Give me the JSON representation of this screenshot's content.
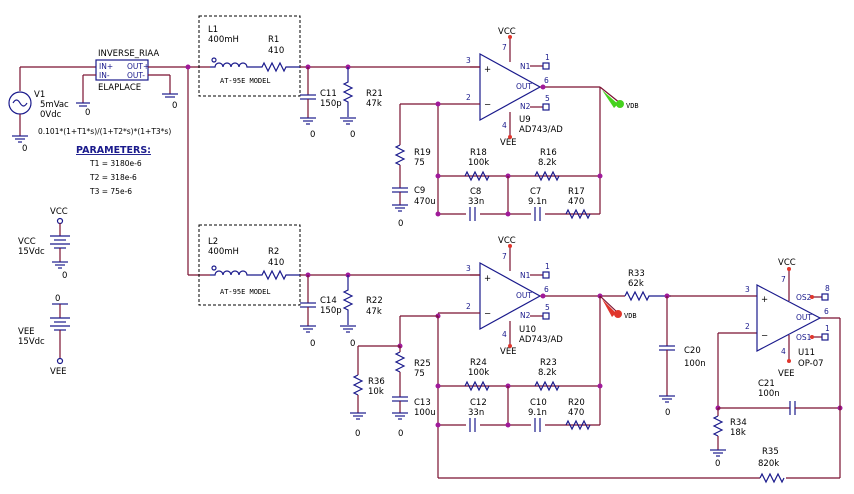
{
  "sources": {
    "v1_ref": "V1",
    "v1_val1": "5mVac",
    "v1_val2": "0Vdc",
    "vcc_ref": "VCC",
    "vcc_val": "15Vdc",
    "vcc_net": "VCC",
    "vee_ref": "VEE",
    "vee_val": "15Vdc",
    "vee_net": "VEE",
    "gnd_label": "0"
  },
  "laplace": {
    "name": "INVERSE_RIAA",
    "type": "ELAPLACE",
    "pin_inp": "IN+",
    "pin_inn": "IN-",
    "pin_outp": "OUT+",
    "pin_outn": "OUT-",
    "expression": "0.101*(1+T1*s)/(1+T2*s)*(1+T3*s)"
  },
  "parameters": {
    "title": "PARAMETERS:",
    "t1": "T1 = 3180e-6",
    "t2": "T2 = 318e-6",
    "t3": "T3 = 75e-6"
  },
  "cartridge_model": "AT-95E MODEL",
  "upper": {
    "l_ref": "L1",
    "l_val": "400mH",
    "r_ref": "R1",
    "r_val": "410",
    "c11_ref": "C11",
    "c11_val": "150p",
    "r21_ref": "R21",
    "r21_val": "47k",
    "u_ref": "U9",
    "u_part": "AD743/AD",
    "r19_ref": "R19",
    "r19_val": "75",
    "c9_ref": "C9",
    "c9_val": "470u",
    "r18_ref": "R18",
    "r18_val": "100k",
    "r16_ref": "R16",
    "r16_val": "8.2k",
    "c8_ref": "C8",
    "c8_val": "33n",
    "c7_ref": "C7",
    "c7_val": "9.1n",
    "r17_ref": "R17",
    "r17_val": "470"
  },
  "lower": {
    "l_ref": "L2",
    "l_val": "400mH",
    "r_ref": "R2",
    "r_val": "410",
    "c14_ref": "C14",
    "c14_val": "150p",
    "r22_ref": "R22",
    "r22_val": "47k",
    "u_ref": "U10",
    "u_part": "AD743/AD",
    "r25_ref": "R25",
    "r25_val": "75",
    "r36_ref": "R36",
    "r36_val": "10k",
    "c13_ref": "C13",
    "c13_val": "100u",
    "r24_ref": "R24",
    "r24_val": "100k",
    "r23_ref": "R23",
    "r23_val": "8.2k",
    "c12_ref": "C12",
    "c12_val": "33n",
    "c10_ref": "C10",
    "c10_val": "9.1n",
    "r20_ref": "R20",
    "r20_val": "470"
  },
  "stage2": {
    "r33_ref": "R33",
    "r33_val": "62k",
    "c20_ref": "C20",
    "c20_val": "100n",
    "u_ref": "U11",
    "u_part": "OP-07",
    "c21_ref": "C21",
    "c21_val": "100n",
    "r34_ref": "R34",
    "r34_val": "18k",
    "r35_ref": "R35",
    "r35_val": "820k"
  },
  "opamp_pins": {
    "vcc": "VCC",
    "vee": "VEE",
    "n1": "N1",
    "n2": "N2",
    "out": "OUT",
    "os1": "OS1",
    "os2": "OS2",
    "p1": "1",
    "p2": "2",
    "p3": "3",
    "p4": "4",
    "p5": "5",
    "p6": "6",
    "p7": "7",
    "p8": "8"
  },
  "probes": {
    "upper_probe": "VDB",
    "upper_color": "#46d21e",
    "lower_probe": "VDB",
    "lower_color": "#e0362c"
  },
  "colors": {
    "wire": "#7a1030",
    "component": "#1a1a8c",
    "junction": "#a01a9a"
  }
}
